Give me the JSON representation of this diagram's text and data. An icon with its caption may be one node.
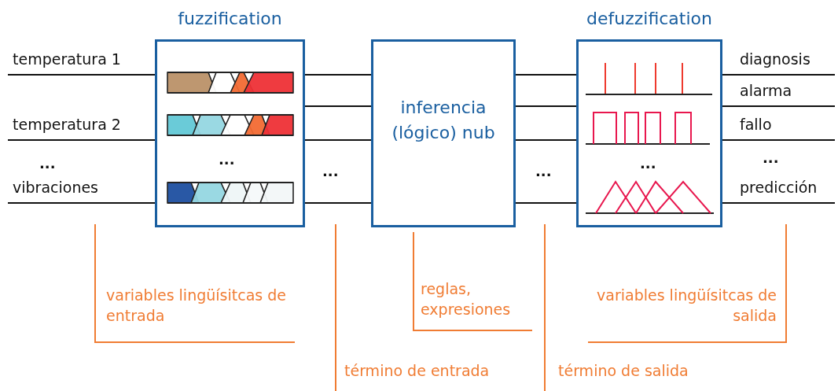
{
  "diagram": {
    "nodes": [
      {
        "text": [
          "fuzzification"
        ]
      },
      {
        "text": [
          "inferencia (lógico) nub"
        ]
      },
      {
        "text": [
          "defuzzification"
        ]
      }
    ],
    "edges": [
      {
        "from": null,
        "to": 0,
        "arrow": "none",
        "label": "temperatura 1"
      },
      {
        "from": null,
        "to": 0,
        "arrow": "none",
        "label": "temperatura 2"
      },
      {
        "from": null,
        "to": 0,
        "arrow": "none",
        "label": "vibraciones"
      },
      {
        "from": 0,
        "to": 1,
        "arrow": "none"
      },
      {
        "from": 0,
        "to": 1,
        "arrow": "none"
      },
      {
        "from": 0,
        "to": 1,
        "arrow": "none"
      },
      {
        "from": 0,
        "to": 1,
        "arrow": "none"
      },
      {
        "from": 1,
        "to": 2,
        "arrow": "none"
      },
      {
        "from": 1,
        "to": 2,
        "arrow": "none"
      },
      {
        "from": 1,
        "to": 2,
        "arrow": "none"
      },
      {
        "from": 1,
        "to": 2,
        "arrow": "none"
      },
      {
        "from": 2,
        "to": null,
        "arrow": "none",
        "label": "diagnosis"
      },
      {
        "from": 2,
        "to": null,
        "arrow": "none",
        "label": "alarma"
      },
      {
        "from": 2,
        "to": null,
        "arrow": "none",
        "label": "fallo"
      },
      {
        "from": 2,
        "to": null,
        "arrow": "none",
        "label": "predicción"
      }
    ],
    "labels": [
      "...",
      "...",
      "...",
      "...",
      "...",
      "...",
      "variables lingüísitcas de entrada",
      "reglas, expresiones",
      "variables lingüísitcas de salida",
      "término de entrada",
      "término de salida"
    ]
  }
}
